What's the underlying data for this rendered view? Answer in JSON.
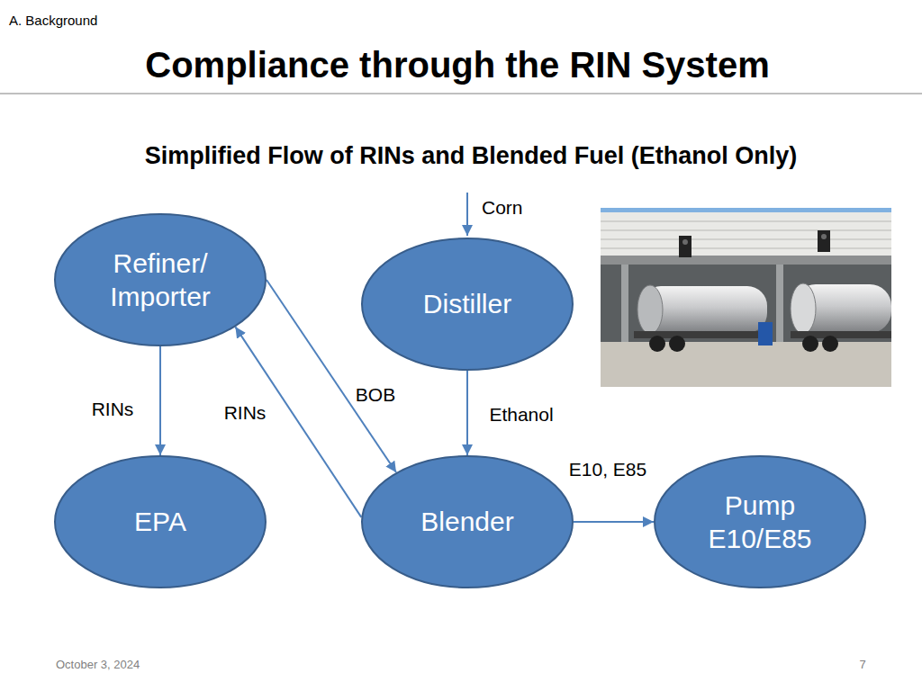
{
  "diagram": {
    "title": "Compliance through the RIN System",
    "nodes": [
      {
        "text": [
          "Refiner/ Importer"
        ]
      },
      {
        "text": [
          "Distiller"
        ]
      },
      {
        "text": [
          "EPA"
        ]
      },
      {
        "text": [
          "Blender"
        ]
      },
      {
        "text": [
          "Pump E10/E85"
        ]
      }
    ],
    "edges": [
      {
        "from": 0,
        "to": 2,
        "arrow": "to",
        "label": "RINs"
      },
      {
        "from": 3,
        "to": 0,
        "arrow": "to",
        "label": "RINs"
      },
      {
        "from": 0,
        "to": 3,
        "arrow": "to",
        "label": "BOB"
      },
      {
        "from": 1,
        "to": 3,
        "arrow": "to",
        "label": "Ethanol"
      },
      {
        "from": 3,
        "to": 4,
        "arrow": "to",
        "label": "E10, E85"
      }
    ],
    "labels": [
      "A. Background",
      "Simplified Flow of RINs and Blended Fuel (Ethanol Only)",
      "Corn",
      "October 3, 2024",
      "7"
    ]
  }
}
